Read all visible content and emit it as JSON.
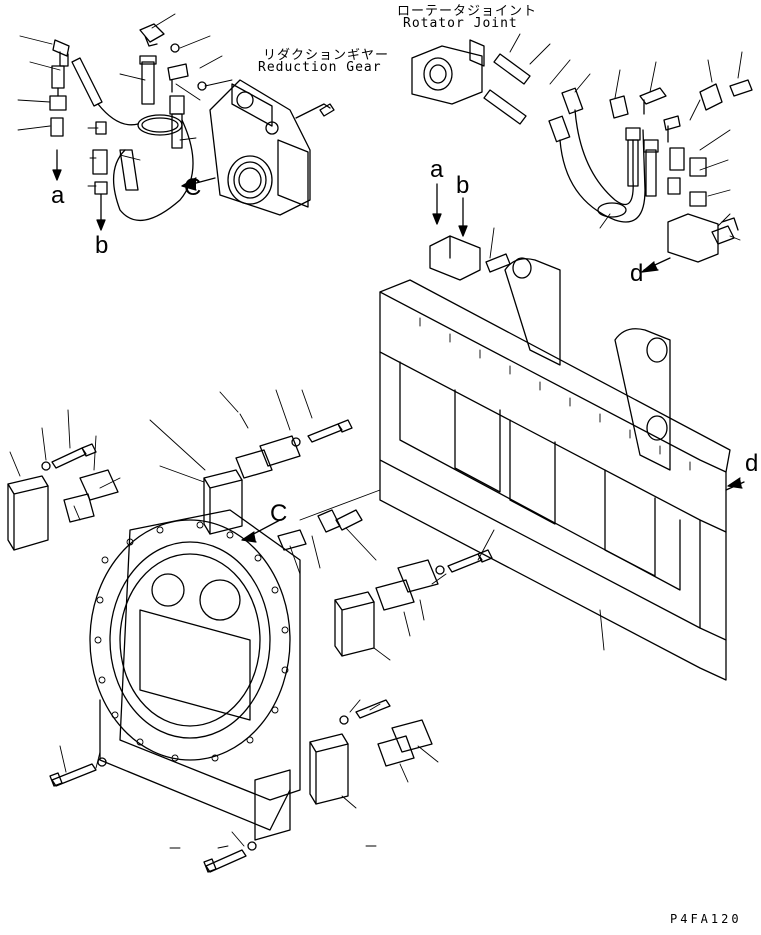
{
  "labels": {
    "rotator_joint_jp": "ローテータジョイント",
    "rotator_joint_en": "Rotator Joint",
    "reduction_gear_jp": "リダクションギヤー",
    "reduction_gear_en": "Reduction Gear",
    "ref_a_left": "a",
    "ref_b_left": "b",
    "ref_c_gear": "C",
    "ref_a_valve": "a",
    "ref_b_valve": "b",
    "ref_d_valve": "d",
    "ref_d_frame": "d",
    "ref_c_plate": "C",
    "drawing_code": "P4FA120"
  },
  "colors": {
    "line": "#000000",
    "paper": "#ffffff"
  }
}
